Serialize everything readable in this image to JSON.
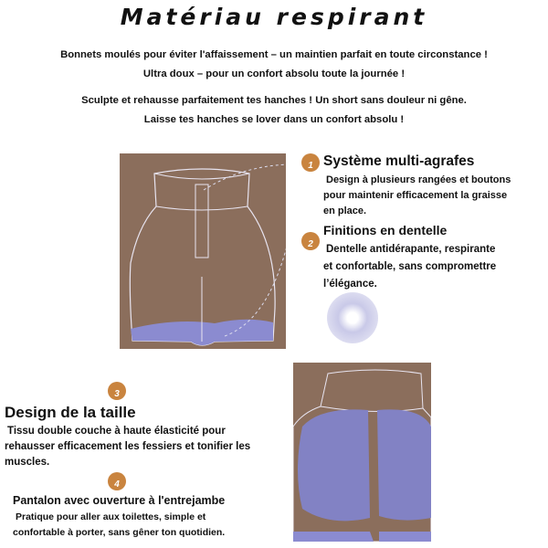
{
  "title": "Matériau respirant",
  "intro": [
    "Bonnets moulés pour éviter l'affaissement – un maintien parfait en toute circonstance !",
    "Ultra doux – pour un confort absolu toute la journée !",
    "Sculpte et rehausse parfaitement tes hanches ! Un short sans douleur ni gêne.",
    "Laisse tes hanches se lover dans un confort absolu !"
  ],
  "features": [
    {
      "num": "1",
      "title": "Système multi-agrafes",
      "lines": [
        "Design à plusieurs rangées et boutons",
        "pour maintenir efficacement la graisse",
        "en place."
      ]
    },
    {
      "num": "2",
      "title": "Finitions en dentelle",
      "lines": [
        "Dentelle antidérapante, respirante",
        "et confortable, sans compromettre",
        "l’élégance."
      ]
    },
    {
      "num": "3",
      "title": "Design de la taille",
      "lines": [
        "Tissu double couche à haute élasticité pour",
        "rehausser efficacement les fessiers et tonifier les",
        "muscles."
      ]
    },
    {
      "num": "4",
      "title": "Pantalon avec ouverture à l'entrejambe",
      "lines": [
        "Pratique pour aller aux toilettes, simple et",
        "confortable à porter, sans gêner ton quotidien."
      ]
    }
  ],
  "colors": {
    "accent": "#c9843f",
    "background_panel": "#8b6e5c",
    "fabric": "#8b8bd0"
  }
}
